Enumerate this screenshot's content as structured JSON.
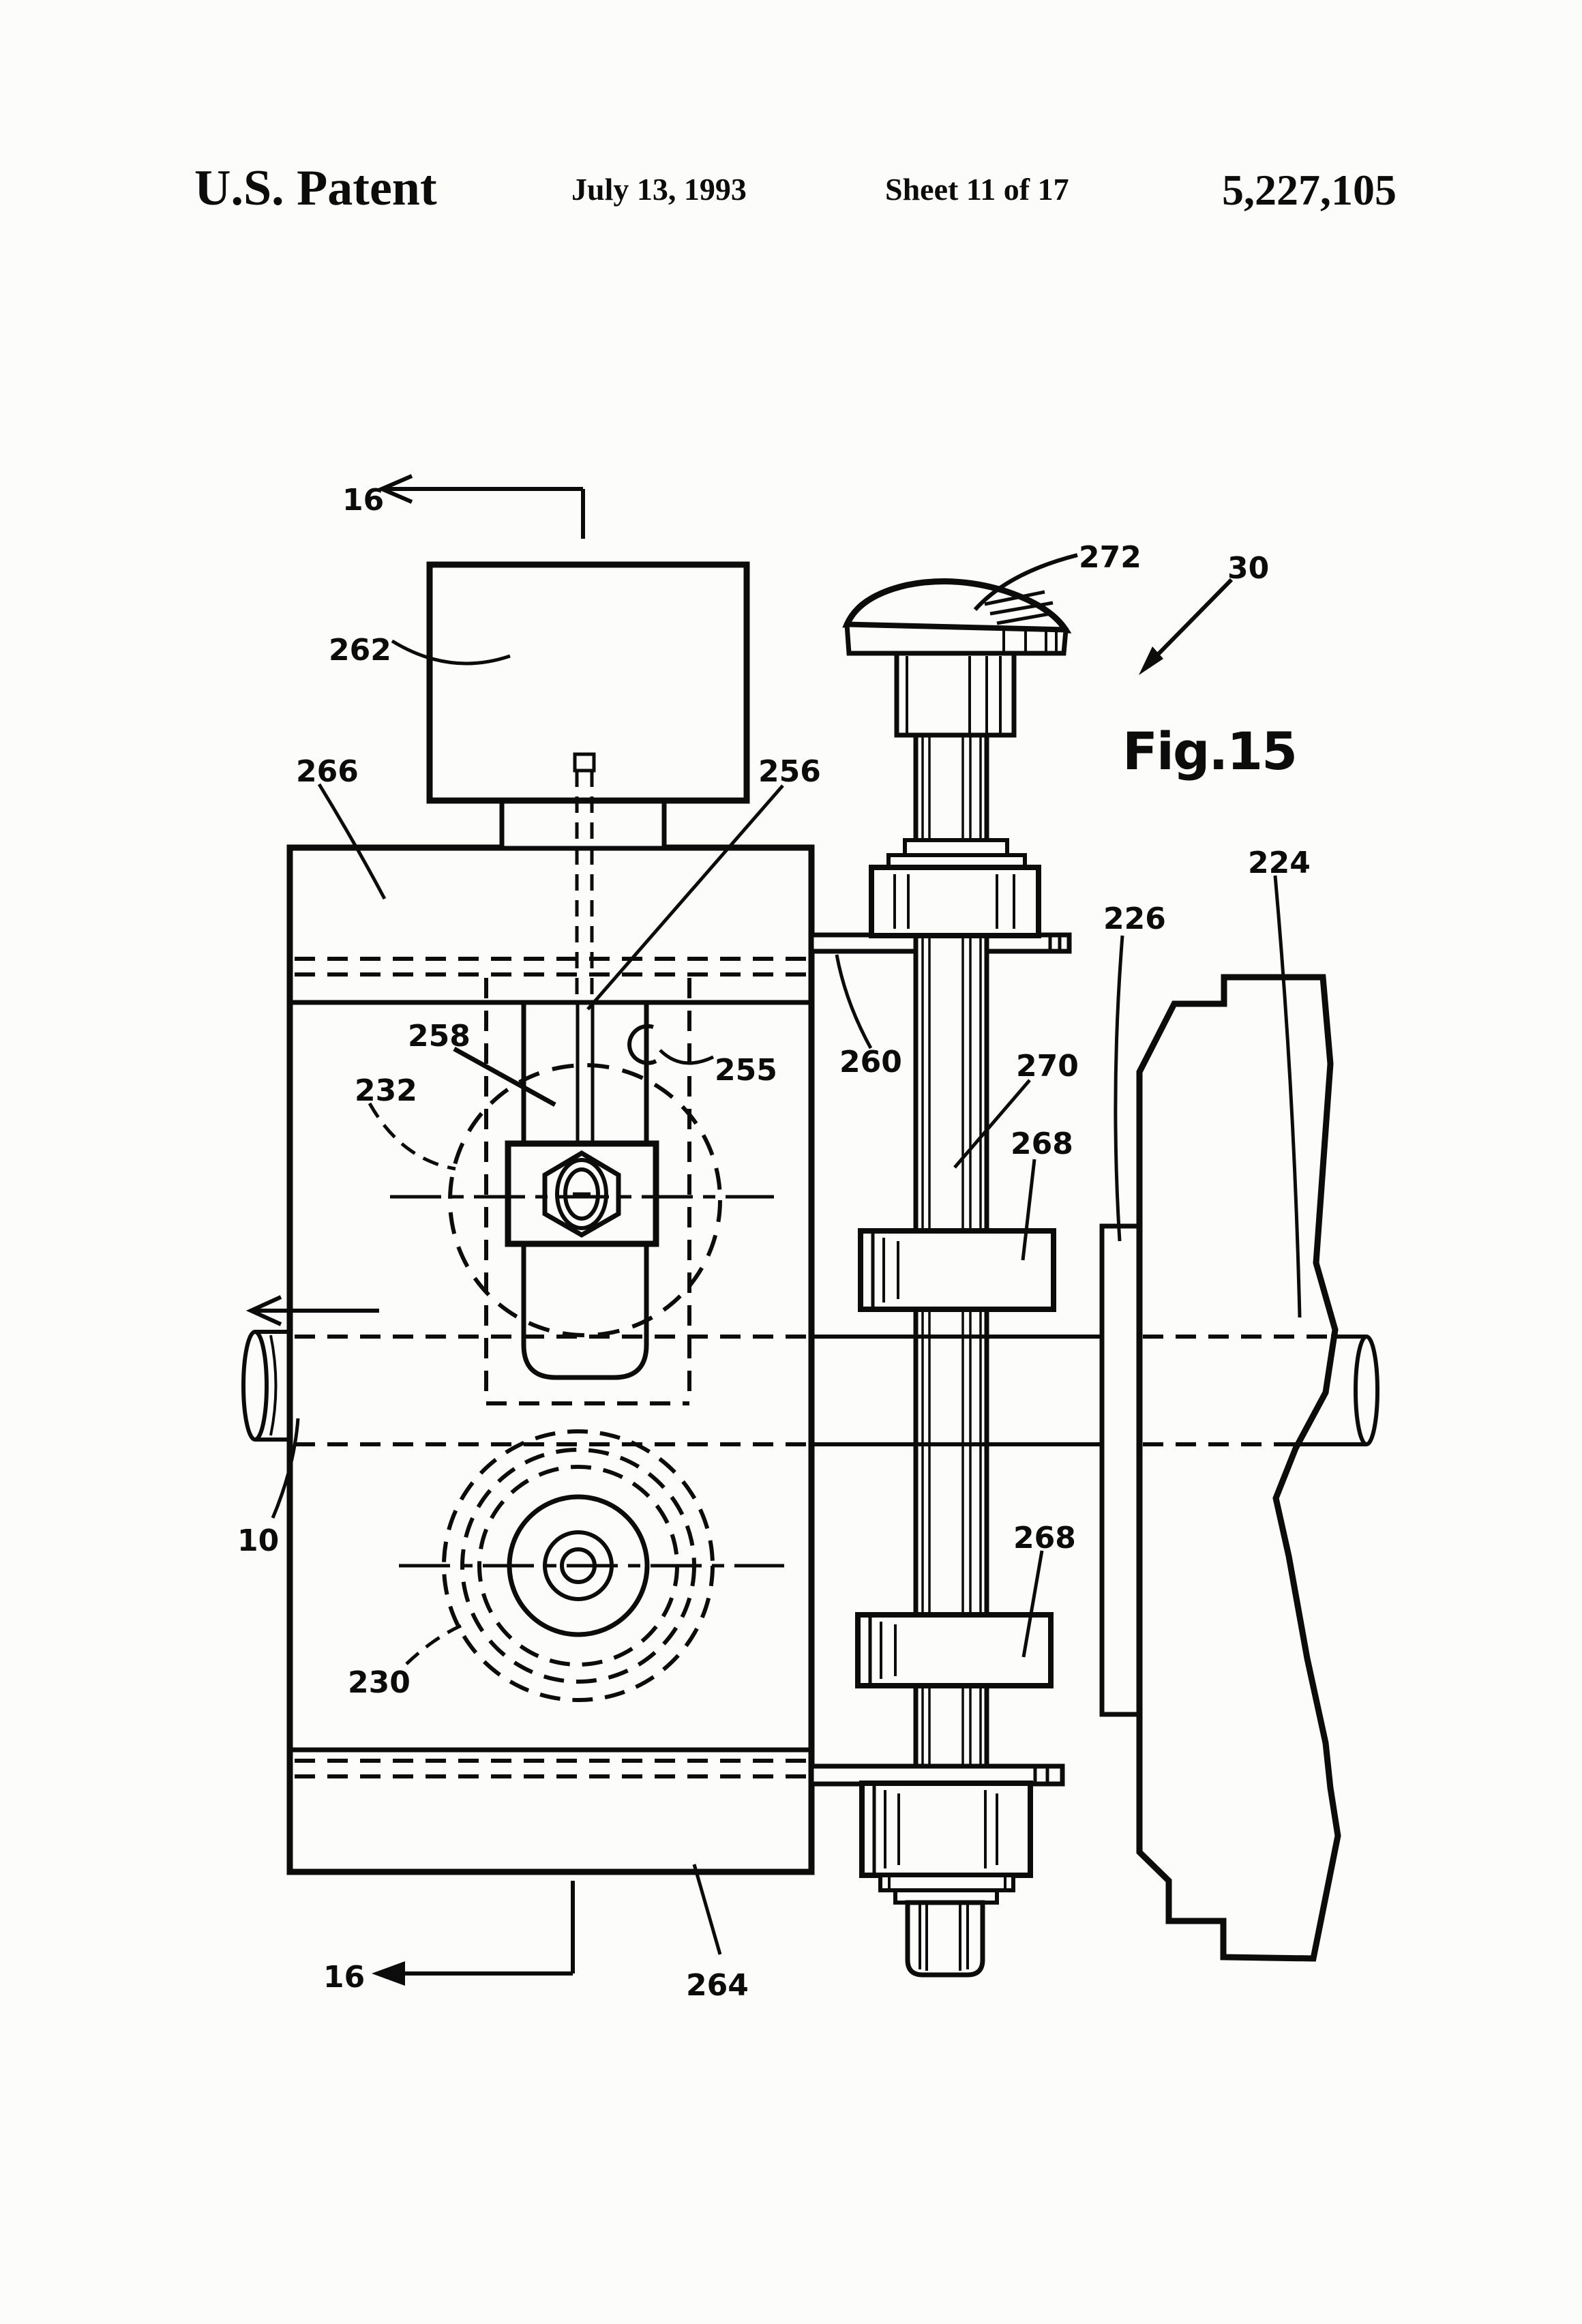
{
  "colors": {
    "ink": "#0c0c0c",
    "paper": "#fcfcfa"
  },
  "header": {
    "title": "U.S. Patent",
    "date": "July 13, 1993",
    "sheet": "Sheet 11 of 17",
    "patent_number": "5,227,105"
  },
  "figure": {
    "caption": "Fig.15",
    "refs": {
      "section_top": "16",
      "r262": "262",
      "r266": "266",
      "r256": "256",
      "r272": "272",
      "r30": "30",
      "r224": "224",
      "r226": "226",
      "r260": "260",
      "r270": "270",
      "r268_upper": "268",
      "r258": "258",
      "r255": "255",
      "r232": "232",
      "r10": "10",
      "r230": "230",
      "r268_lower": "268",
      "r264": "264",
      "section_bottom": "16"
    }
  }
}
